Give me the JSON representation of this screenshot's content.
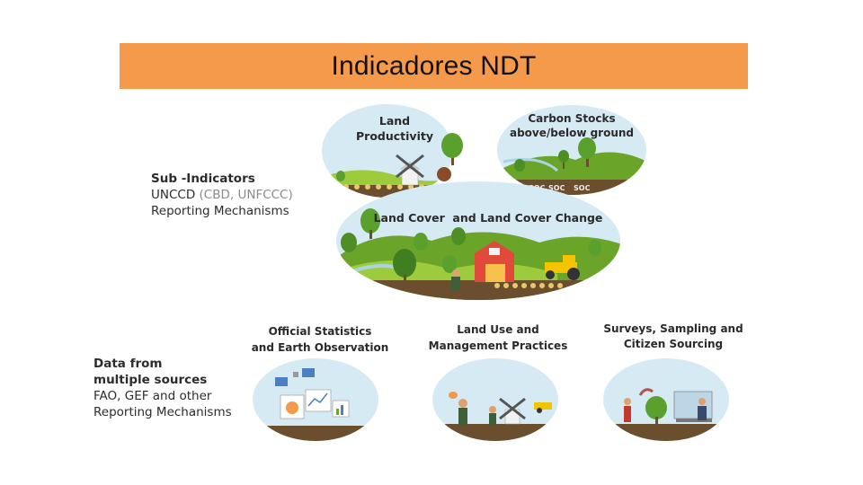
{
  "title": "Indicadores NDT",
  "sub_indicators": {
    "heading": "Sub -Indicators",
    "line1_main": "UNCCD",
    "line1_extra": " (CBD, UNFCCC)",
    "line2": "Reporting Mechanisms"
  },
  "data_sources": {
    "heading1": "Data from",
    "heading2": "multiple sources",
    "line1": "FAO, GEF and other",
    "line2": "Reporting Mechanisms"
  },
  "circles": {
    "land_productivity": [
      "Land",
      "Productivity"
    ],
    "carbon_stocks": [
      "Carbon Stocks",
      "above/below ground"
    ],
    "land_cover": "Land Cover  and Land Cover Change",
    "soc_label": "SOC"
  },
  "bottom_labels": {
    "official_statistics": [
      "Official Statistics",
      "and Earth Observation"
    ],
    "land_use": [
      "Land Use and",
      "Management Practices"
    ],
    "surveys": [
      "Surveys, Sampling and",
      "Citizen Sourcing"
    ]
  },
  "colors": {
    "title_bar": "#f5994a",
    "circle_bg": "#d6eaf3",
    "grass_dark": "#6aa52a",
    "grass_light": "#9ccc3c",
    "soil": "#6b4e2e",
    "barn": "#e14a3b"
  }
}
